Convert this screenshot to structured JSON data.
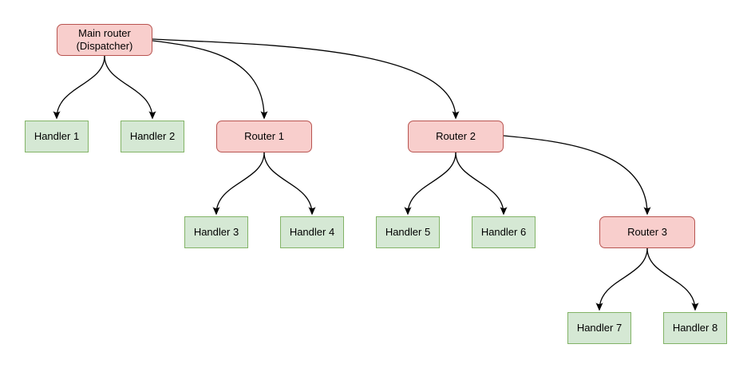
{
  "diagram": {
    "background": "#ffffff",
    "colors": {
      "router_fill": "#f8cecc",
      "router_border": "#b85450",
      "handler_fill": "#d5e8d4",
      "handler_border": "#82b366",
      "edge": "#000000"
    },
    "nodes": {
      "main": {
        "label": "Main router\n(Dispatcher)",
        "type": "router"
      },
      "handler1": {
        "label": "Handler 1",
        "type": "handler"
      },
      "handler2": {
        "label": "Handler 2",
        "type": "handler"
      },
      "router1": {
        "label": "Router 1",
        "type": "router"
      },
      "router2": {
        "label": "Router 2",
        "type": "router"
      },
      "handler3": {
        "label": "Handler 3",
        "type": "handler"
      },
      "handler4": {
        "label": "Handler 4",
        "type": "handler"
      },
      "handler5": {
        "label": "Handler 5",
        "type": "handler"
      },
      "handler6": {
        "label": "Handler 6",
        "type": "handler"
      },
      "router3": {
        "label": "Router 3",
        "type": "router"
      },
      "handler7": {
        "label": "Handler 7",
        "type": "handler"
      },
      "handler8": {
        "label": "Handler 8",
        "type": "handler"
      }
    },
    "edges": [
      {
        "from": "main",
        "to": "handler1"
      },
      {
        "from": "main",
        "to": "handler2"
      },
      {
        "from": "main",
        "to": "router1"
      },
      {
        "from": "main",
        "to": "router2"
      },
      {
        "from": "router1",
        "to": "handler3"
      },
      {
        "from": "router1",
        "to": "handler4"
      },
      {
        "from": "router2",
        "to": "handler5"
      },
      {
        "from": "router2",
        "to": "handler6"
      },
      {
        "from": "router2",
        "to": "router3"
      },
      {
        "from": "router3",
        "to": "handler7"
      },
      {
        "from": "router3",
        "to": "handler8"
      }
    ]
  }
}
